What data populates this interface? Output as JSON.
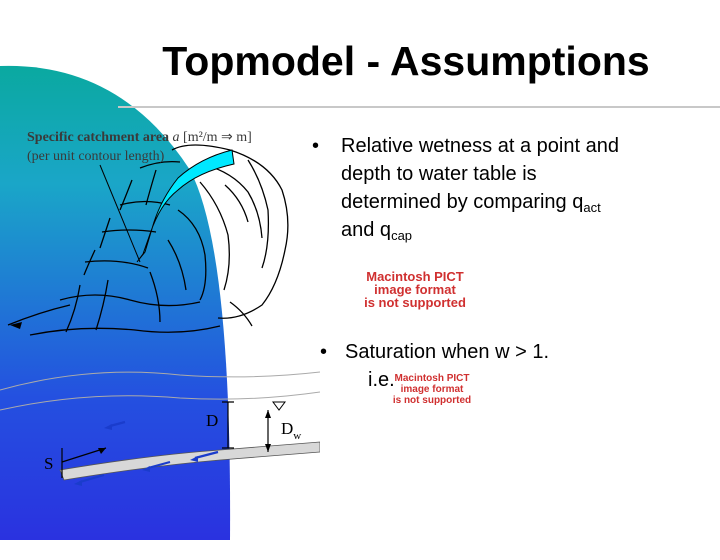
{
  "slide": {
    "title": "Topmodel - Assumptions",
    "catchment_label": {
      "bold": "Specific catchment area",
      "symbol": "a",
      "units": "[m²/m ⇒ m]",
      "line2": "(per unit contour length)"
    },
    "bullets": [
      {
        "lines": [
          "Relative wetness at a point and",
          "depth to water table is",
          "determined by comparing q",
          "and q"
        ],
        "sub_act": "act",
        "sub_cap": "cap"
      },
      {
        "line1": "Saturation when w > 1.",
        "line2": "i.e."
      }
    ],
    "pict_placeholder_1": [
      "Macintosh PICT",
      "image format",
      "is not supported"
    ],
    "pict_placeholder_2": [
      "Macintosh PICT",
      "image format",
      "is not supported"
    ],
    "figure_labels": {
      "d": "D",
      "dw": "D",
      "dw_sub": "w",
      "s": "S"
    },
    "colors": {
      "gradient_top": "#0aa9a0",
      "gradient_bottom": "#2a32e0",
      "channel": "#00e8ff",
      "pict_text": "#d03030"
    }
  }
}
